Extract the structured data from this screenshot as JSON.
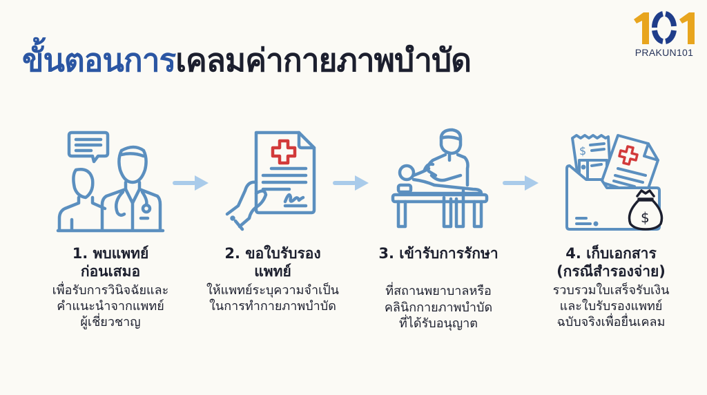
{
  "title": {
    "part1": "ขั้นตอนการ",
    "part2": "เคลมค่ากายภาพบำบัด",
    "color_accent": "#2b56a3",
    "color_dark": "#1c1f2e"
  },
  "logo": {
    "number": "101",
    "text": "PRAKUN101",
    "color_gold": "#e8a51e",
    "color_navy": "#1f3d8a"
  },
  "steps": [
    {
      "icon": "doctor-consultation-icon",
      "title_line1": "1. พบแพทย์",
      "title_line2": "ก่อนเสมอ",
      "desc_lines": [
        "เพื่อรับการวินิจฉัยและ",
        "คำแนะนำจากแพทย์",
        "ผู้เชี่ยวชาญ"
      ]
    },
    {
      "icon": "medical-certificate-icon",
      "title_line1": "2. ขอใบรับรอง",
      "title_line2": "แพทย์",
      "desc_lines": [
        "ให้แพทย์ระบุความจำเป็น",
        "ในการทำกายภาพบำบัด"
      ]
    },
    {
      "icon": "physiotherapy-treatment-icon",
      "title_line1": "3. เข้ารับการรักษา",
      "title_line2": "",
      "desc_lines": [
        "ที่สถานพยาบาลหรือ",
        "คลินิกกายภาพบำบัด",
        "ที่ได้รับอนุญาต"
      ]
    },
    {
      "icon": "documents-folder-money-icon",
      "title_line1": "4. เก็บเอกสาร",
      "title_line2": "(กรณีสำรองจ่าย)",
      "desc_lines": [
        "รวบรวมใบเสร็จรับเงิน",
        "และใบรับรองแพทย์",
        "ฉบับจริงเพื่อยื่นเคลม"
      ]
    }
  ],
  "colors": {
    "icon_stroke": "#5b8fbf",
    "cross_red": "#d23a3a",
    "arrow": "#a9cbea",
    "background": "#fbfaf5"
  }
}
